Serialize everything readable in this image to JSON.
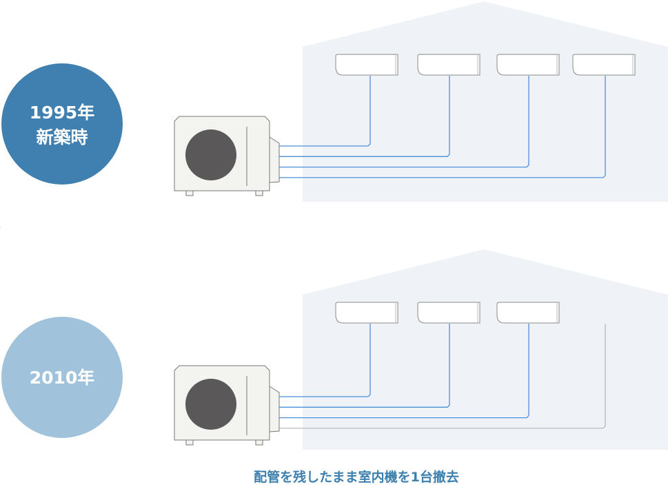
{
  "panels": [
    {
      "label_line1": "1995年",
      "label_line2": "新築時",
      "indoor_units": 4,
      "removed_units": 0,
      "badge_color": "#3f80b0"
    },
    {
      "label_line1": "2010年",
      "label_line2": "",
      "indoor_units": 3,
      "removed_units": 1,
      "badge_color": "#a0c2da"
    }
  ],
  "caption": "配管を残したまま室内機を1台撤去",
  "colors": {
    "pipe": "#4a90d9",
    "pipe_removed": "#b8b8b8",
    "house": "#eff3f7",
    "caption": "#3d7fae"
  }
}
